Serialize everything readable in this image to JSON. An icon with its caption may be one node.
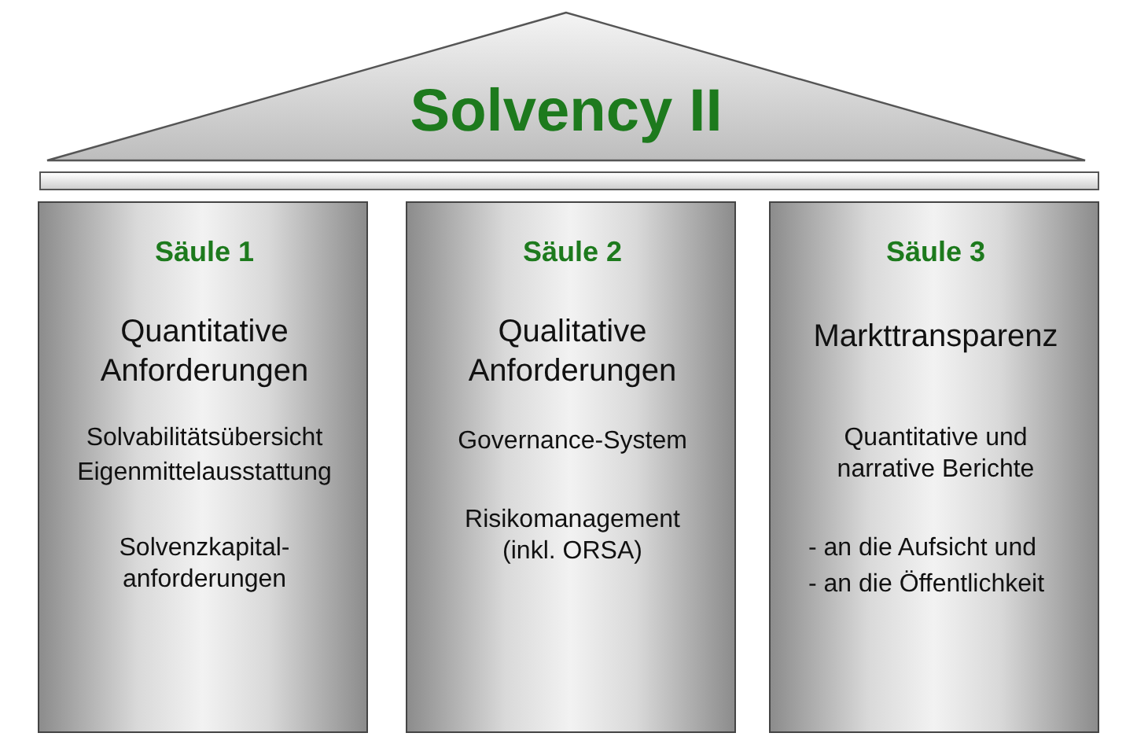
{
  "diagram": {
    "nodes": [
      {
        "text": [
          "Solvency II"
        ]
      },
      {
        "text": [
          "Säule 1",
          "Quantitative Anforderungen",
          "Solvabilitätsübersicht",
          "Eigenmittelausstattung",
          "Solvenzkapital- anforderungen"
        ]
      },
      {
        "text": [
          "Säule 2",
          "Qualitative Anforderungen",
          "Governance-System",
          "Risikomanagement (inkl. ORSA)"
        ]
      },
      {
        "text": [
          "Säule 3",
          "Markttransparenz",
          "Quantitative und narrative Berichte",
          "- an die Aufsicht und",
          "- an die Öffentlichkeit"
        ]
      }
    ]
  }
}
